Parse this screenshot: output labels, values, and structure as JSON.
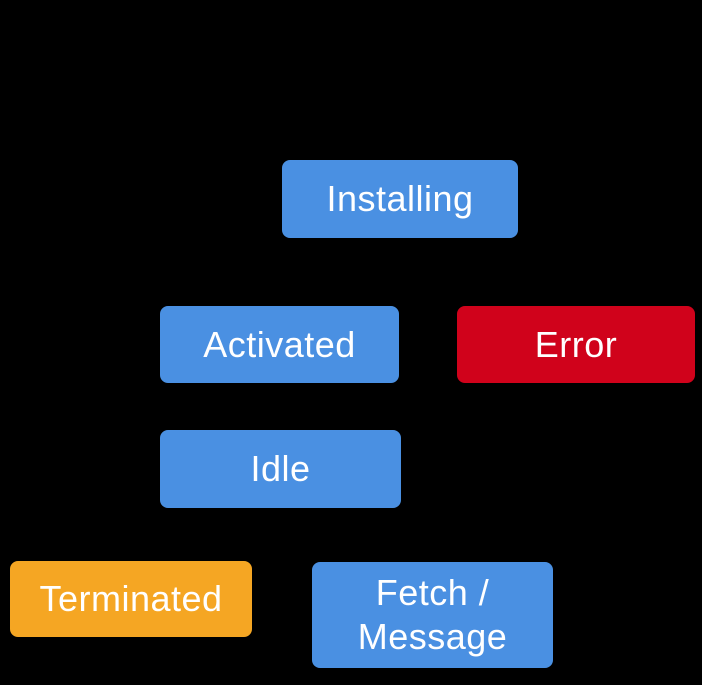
{
  "diagram": {
    "background": "#000000",
    "text_color": "#FFFFFF",
    "colors": {
      "state_blue": "#4A90E2",
      "error_red": "#D0021B",
      "terminated_orange": "#F5A623"
    },
    "nodes": {
      "installing": {
        "label": "Installing",
        "fill": "#4A90E2"
      },
      "activated": {
        "label": "Activated",
        "fill": "#4A90E2"
      },
      "error": {
        "label": "Error",
        "fill": "#D0021B"
      },
      "idle": {
        "label": "Idle",
        "fill": "#4A90E2"
      },
      "terminated": {
        "label": "Terminated",
        "fill": "#F5A623"
      },
      "fetch_message": {
        "label": "Fetch / Message",
        "fill": "#4A90E2"
      }
    }
  }
}
